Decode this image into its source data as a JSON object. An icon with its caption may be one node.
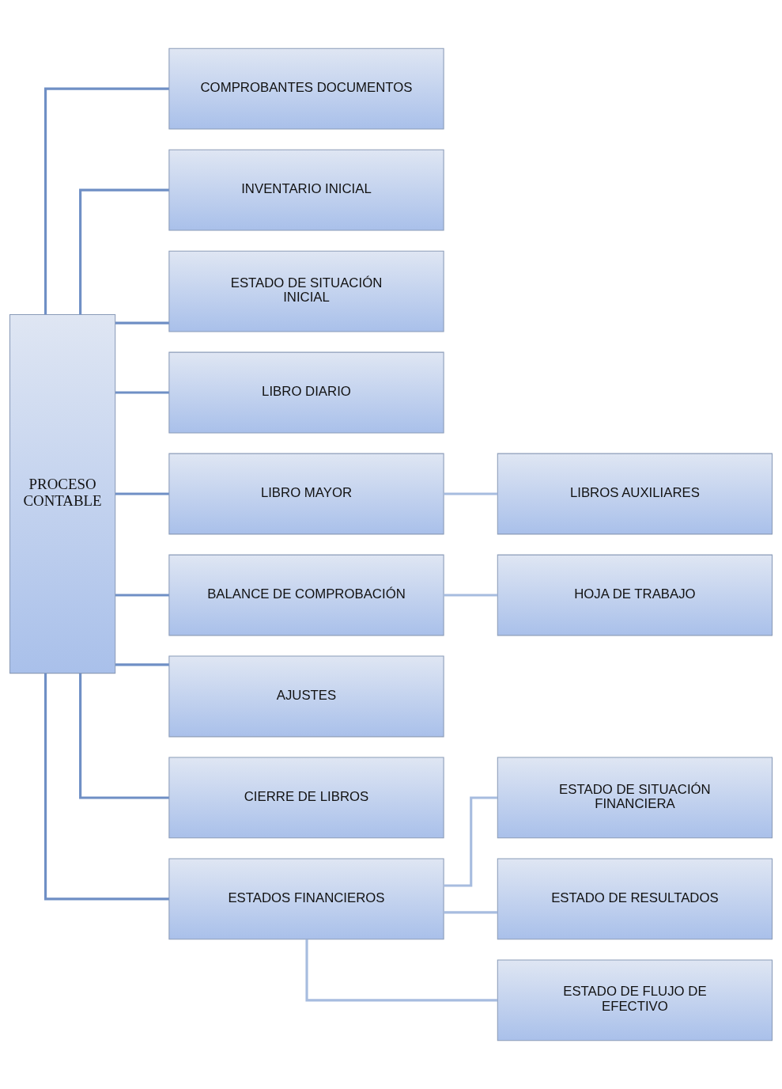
{
  "diagram": {
    "nodes": [
      {
        "text": [
          "PROCESO CONTABLE"
        ]
      },
      {
        "text": [
          "COMPROBANTES DOCUMENTOS"
        ]
      },
      {
        "text": [
          "INVENTARIO INICIAL"
        ]
      },
      {
        "text": [
          "ESTADO DE SITUACIÓN INICIAL"
        ]
      },
      {
        "text": [
          "LIBRO DIARIO"
        ]
      },
      {
        "text": [
          "LIBRO MAYOR"
        ]
      },
      {
        "text": [
          "LIBROS AUXILIARES"
        ]
      },
      {
        "text": [
          "BALANCE DE COMPROBACIÓN"
        ]
      },
      {
        "text": [
          "HOJA DE TRABAJO"
        ]
      },
      {
        "text": [
          "AJUSTES"
        ]
      },
      {
        "text": [
          "CIERRE DE LIBROS"
        ]
      },
      {
        "text": [
          "ESTADOS FINANCIEROS"
        ]
      },
      {
        "text": [
          "ESTADO DE SITUACIÓN FINANCIERA"
        ]
      },
      {
        "text": [
          "ESTADO DE RESULTADOS"
        ]
      },
      {
        "text": [
          "ESTADO DE FLUJO DE EFECTIVO"
        ]
      }
    ],
    "edges": [
      {
        "from": 0,
        "to": 1,
        "arrow": "none"
      },
      {
        "from": 0,
        "to": 2,
        "arrow": "none"
      },
      {
        "from": 0,
        "to": 3,
        "arrow": "none"
      },
      {
        "from": 0,
        "to": 4,
        "arrow": "none"
      },
      {
        "from": 0,
        "to": 5,
        "arrow": "none"
      },
      {
        "from": 0,
        "to": 7,
        "arrow": "none"
      },
      {
        "from": 0,
        "to": 9,
        "arrow": "none"
      },
      {
        "from": 0,
        "to": 10,
        "arrow": "none"
      },
      {
        "from": 0,
        "to": 11,
        "arrow": "none"
      },
      {
        "from": 5,
        "to": 6,
        "arrow": "none",
        "color": "#a7bcdf"
      },
      {
        "from": 7,
        "to": 8,
        "arrow": "none",
        "color": "#a7bcdf"
      },
      {
        "from": 11,
        "to": 12,
        "arrow": "none",
        "color": "#a7bcdf"
      },
      {
        "from": 11,
        "to": 13,
        "arrow": "none",
        "color": "#a7bcdf"
      },
      {
        "from": 11,
        "to": 14,
        "arrow": "none",
        "color": "#a7bcdf"
      }
    ]
  }
}
